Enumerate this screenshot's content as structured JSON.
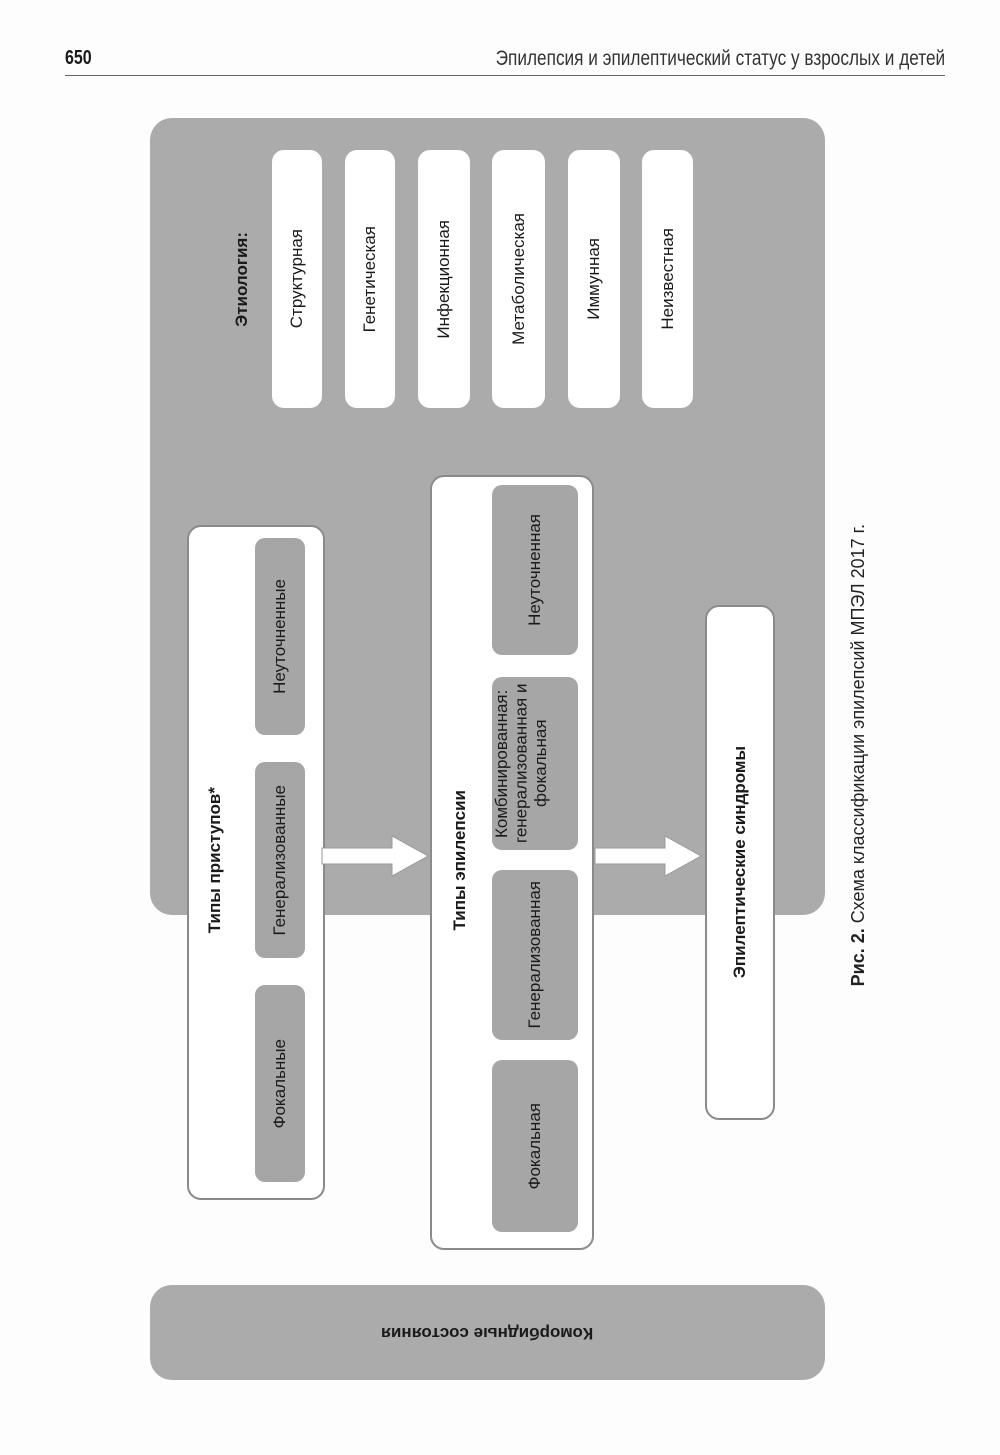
{
  "header": {
    "page_number": "650",
    "running_title": "Эпилепсия и эпилептический статус у взрослых и детей"
  },
  "etiology": {
    "title": "Этиология:",
    "items": [
      "Структурная",
      "Генетическая",
      "Инфекционная",
      "Метаболическая",
      "Иммунная",
      "Неизвестная"
    ]
  },
  "seizure_types": {
    "title": "Типы приступов*",
    "items": [
      "Неуточненные",
      "Генерализованные",
      "Фокальные"
    ]
  },
  "epilepsy_types": {
    "title": "Типы эпилепсии",
    "items": [
      "Неуточненная",
      "Комбинированная: генерализованная и фокальная",
      "Генерализованная",
      "Фокальная"
    ]
  },
  "syndromes": {
    "title": "Эпилептические синдромы"
  },
  "comorbidities": {
    "title": "Коморбидные состояния"
  },
  "caption": {
    "label": "Рис. 2.",
    "text": " Схема классификации эпилепсий МПЭЛ 2017 г."
  }
}
